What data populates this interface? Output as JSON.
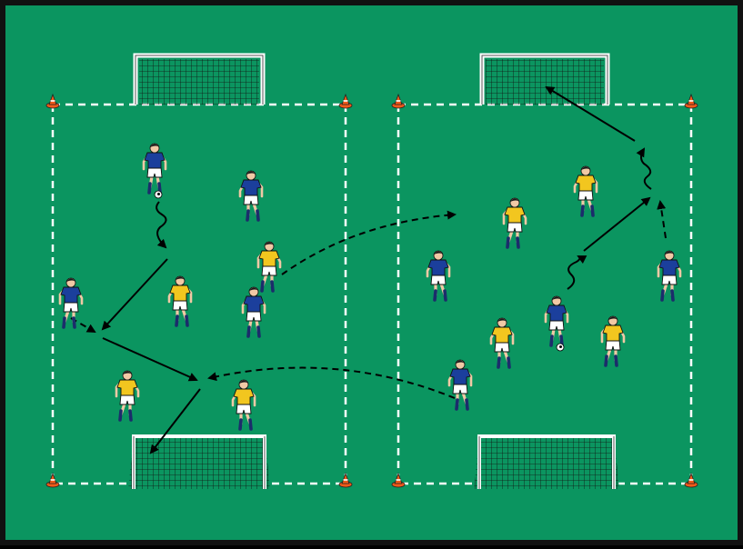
{
  "colors": {
    "pitch": "#0b9560",
    "border": "#111111",
    "line": "#ffffff",
    "cone": "#f05a1a",
    "team_blue_shirt": "#1b3f9c",
    "team_yellow_shirt": "#f2c61f",
    "shorts": "#ffffff",
    "socks": "#1b2d6b",
    "arrow": "#000000"
  },
  "icons": {
    "cone": "training-cone-icon",
    "ball": "soccer-ball-icon",
    "goal": "goal-net-icon",
    "player": "player-figure-icon"
  },
  "legend": {
    "pass": "solid-arrow",
    "run": "dashed-arrow",
    "dribble": "wavy-arrow"
  },
  "fields": [
    {
      "name": "left-field",
      "players": [
        {
          "team": "blue",
          "ball": true
        },
        {
          "team": "blue",
          "ball": false
        },
        {
          "team": "yellow",
          "ball": false
        },
        {
          "team": "blue",
          "ball": false
        },
        {
          "team": "yellow",
          "ball": false
        },
        {
          "team": "blue",
          "ball": false
        },
        {
          "team": "yellow",
          "ball": false
        },
        {
          "team": "yellow",
          "ball": false
        }
      ]
    },
    {
      "name": "right-field",
      "players": [
        {
          "team": "yellow",
          "ball": false
        },
        {
          "team": "yellow",
          "ball": false
        },
        {
          "team": "blue",
          "ball": false
        },
        {
          "team": "blue",
          "ball": false
        },
        {
          "team": "blue",
          "ball": true
        },
        {
          "team": "yellow",
          "ball": false
        },
        {
          "team": "yellow",
          "ball": false
        },
        {
          "team": "blue",
          "ball": false
        }
      ]
    }
  ]
}
